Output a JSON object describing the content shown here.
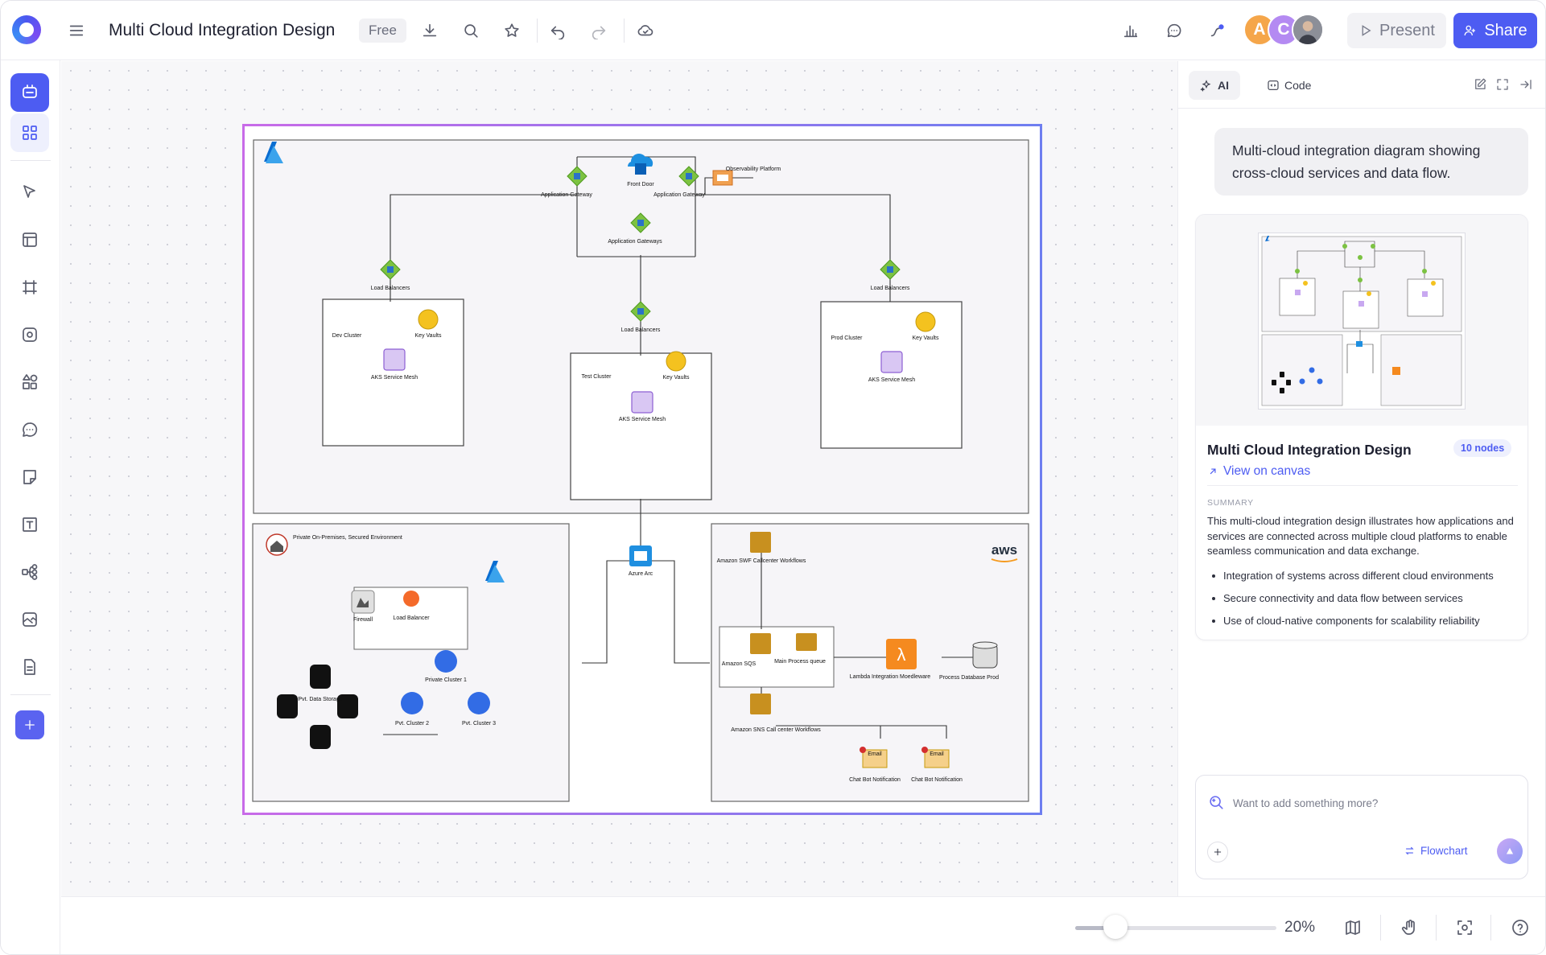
{
  "header": {
    "title": "Multi Cloud Integration Design",
    "plan_badge": "Free",
    "avatars": [
      {
        "initial": "A",
        "color": "#f5a64a"
      },
      {
        "initial": "C",
        "color": "#b48af2"
      },
      {
        "initial": "",
        "color": "#7a7d88"
      }
    ],
    "present_label": "Present",
    "share_label": "Share"
  },
  "diagram": {
    "labels": {
      "front_door": "Front Door",
      "app_gateway": "Application Gateway",
      "app_gateways": "Application Gateways",
      "observability": "Observability Platform",
      "load_balancers": "Load Balancers",
      "dev_cluster": "Dev Cluster",
      "test_cluster": "Test Cluster",
      "prod_cluster": "Prod Cluster",
      "key_vaults": "Key Vaults",
      "aks_mesh": "AKS Service Mesh",
      "azure_arc": "Azure Arc",
      "onprem": "Private On-Premises, Secured Environment",
      "firewall": "Firewall",
      "load_balancer": "Load Balancer",
      "pvt_storage": "Pvt. Data Storage",
      "private_cluster_1": "Private Cluster 1",
      "pvt_cluster_2": "Pvt. Cluster 2",
      "pvt_cluster_3": "Pvt. Cluster 3",
      "aws": "aws",
      "swf": "Amazon SWF Callcenter Workflows",
      "sqs": "Amazon SQS",
      "main_queue": "Main Process queue",
      "lambda": "Lambda Integration Moedleware",
      "process_db": "Process Database Prod",
      "sns": "Amazon SNS Call center Workflows",
      "chatbot": "Chat Bot Notification",
      "email": "Email"
    }
  },
  "zoom": {
    "value": "20%",
    "fraction": 0.2
  },
  "panel": {
    "tabs": [
      {
        "label": "AI"
      },
      {
        "label": "Code"
      }
    ],
    "prompt": "Multi-cloud integration diagram showing cross-cloud services and data flow.",
    "card": {
      "title": "Multi Cloud Integration Design",
      "nodes_badge": "10 nodes",
      "view_link": "View on canvas",
      "summary_label": "SUMMARY",
      "summary": "This multi-cloud integration design illustrates how applications and services are connected across multiple cloud platforms to enable seamless communication and data exchange.",
      "bullets": [
        "Integration of systems across different cloud environments",
        "Secure connectivity and data flow between services",
        "Use of cloud-native components for scalability reliability"
      ]
    },
    "input": {
      "placeholder": "Want to add something more?",
      "mode_label": "Flowchart"
    }
  },
  "colors": {
    "accent": "#4d5cf2",
    "gateway_green": "#7cc242",
    "aws_orange": "#f58a1f",
    "aws_gold": "#c8901f",
    "kubernetes_blue": "#326ce5"
  }
}
